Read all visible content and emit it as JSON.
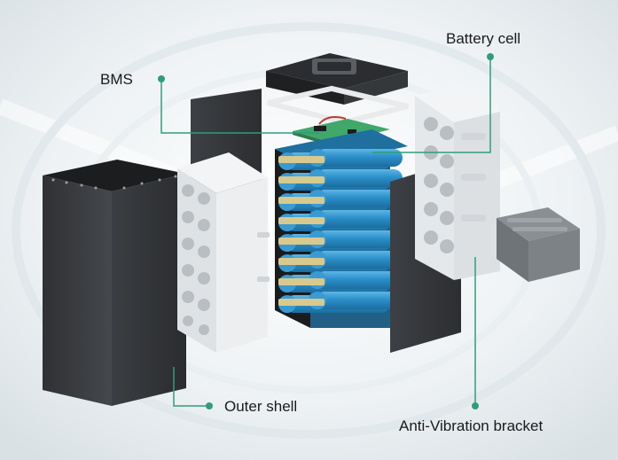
{
  "labels": {
    "bms": "BMS",
    "battery_cell": "Battery cell",
    "outer_shell": "Outer shell",
    "anti_vibration_bracket": "Anti-Vibration bracket"
  },
  "colors": {
    "background": "#eef1f3",
    "leader_line": "#2f9e78",
    "cell_blue": "#2b8fc9",
    "nickel_strip": "#d8c98e",
    "shell": "#3a3c3f",
    "bracket": "#e6e8ea",
    "bms_board": "#3fa86a"
  }
}
